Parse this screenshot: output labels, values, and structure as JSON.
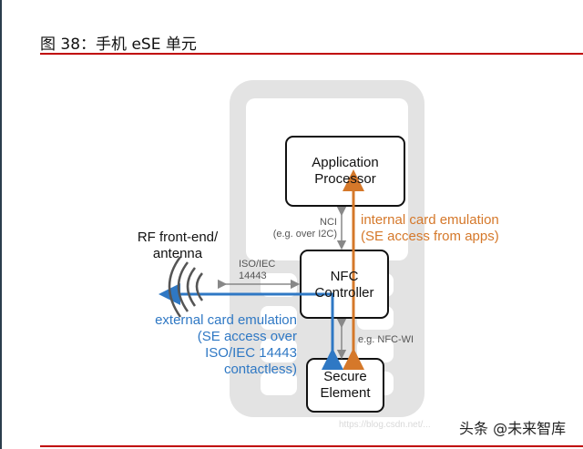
{
  "header": {
    "title": "图 38：手机 eSE 单元"
  },
  "diagram": {
    "rf_label": "RF front-end/\nantenna",
    "app_processor": "Application\nProcessor",
    "nfc_controller": "NFC\nController",
    "secure_element": "Secure\nElement",
    "nci_label": "NCI\n(e.g. over I2C)",
    "iso_label": "ISO/IEC\n14443",
    "nfc_wi_label": "e.g. NFC-WI",
    "internal_emulation": "internal card emulation\n(SE access from apps)",
    "external_emulation": "external card emulation\n(SE access over\nISO/IEC 14443\ncontactless)"
  },
  "footer": {
    "watermark": "https://blog.csdn.net/...",
    "brand": "头条 @未来智库"
  },
  "colors": {
    "accent_red": "#c00000",
    "orange": "#d5782a",
    "blue": "#2f78c4",
    "phone_gray": "#e3e3e3"
  }
}
